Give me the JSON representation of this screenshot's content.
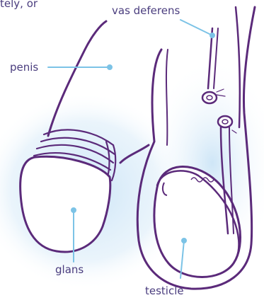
{
  "diagram": {
    "partial_caption": "tely, or",
    "labels": {
      "vas_deferens": "vas deferens",
      "penis": "penis",
      "glans": "glans",
      "testicle": "testicle"
    },
    "colors": {
      "outline": "#5b2a7a",
      "leader": "#7cc3e6",
      "label_text": "#4a3d7e",
      "glow": "#c9e3f6"
    }
  }
}
